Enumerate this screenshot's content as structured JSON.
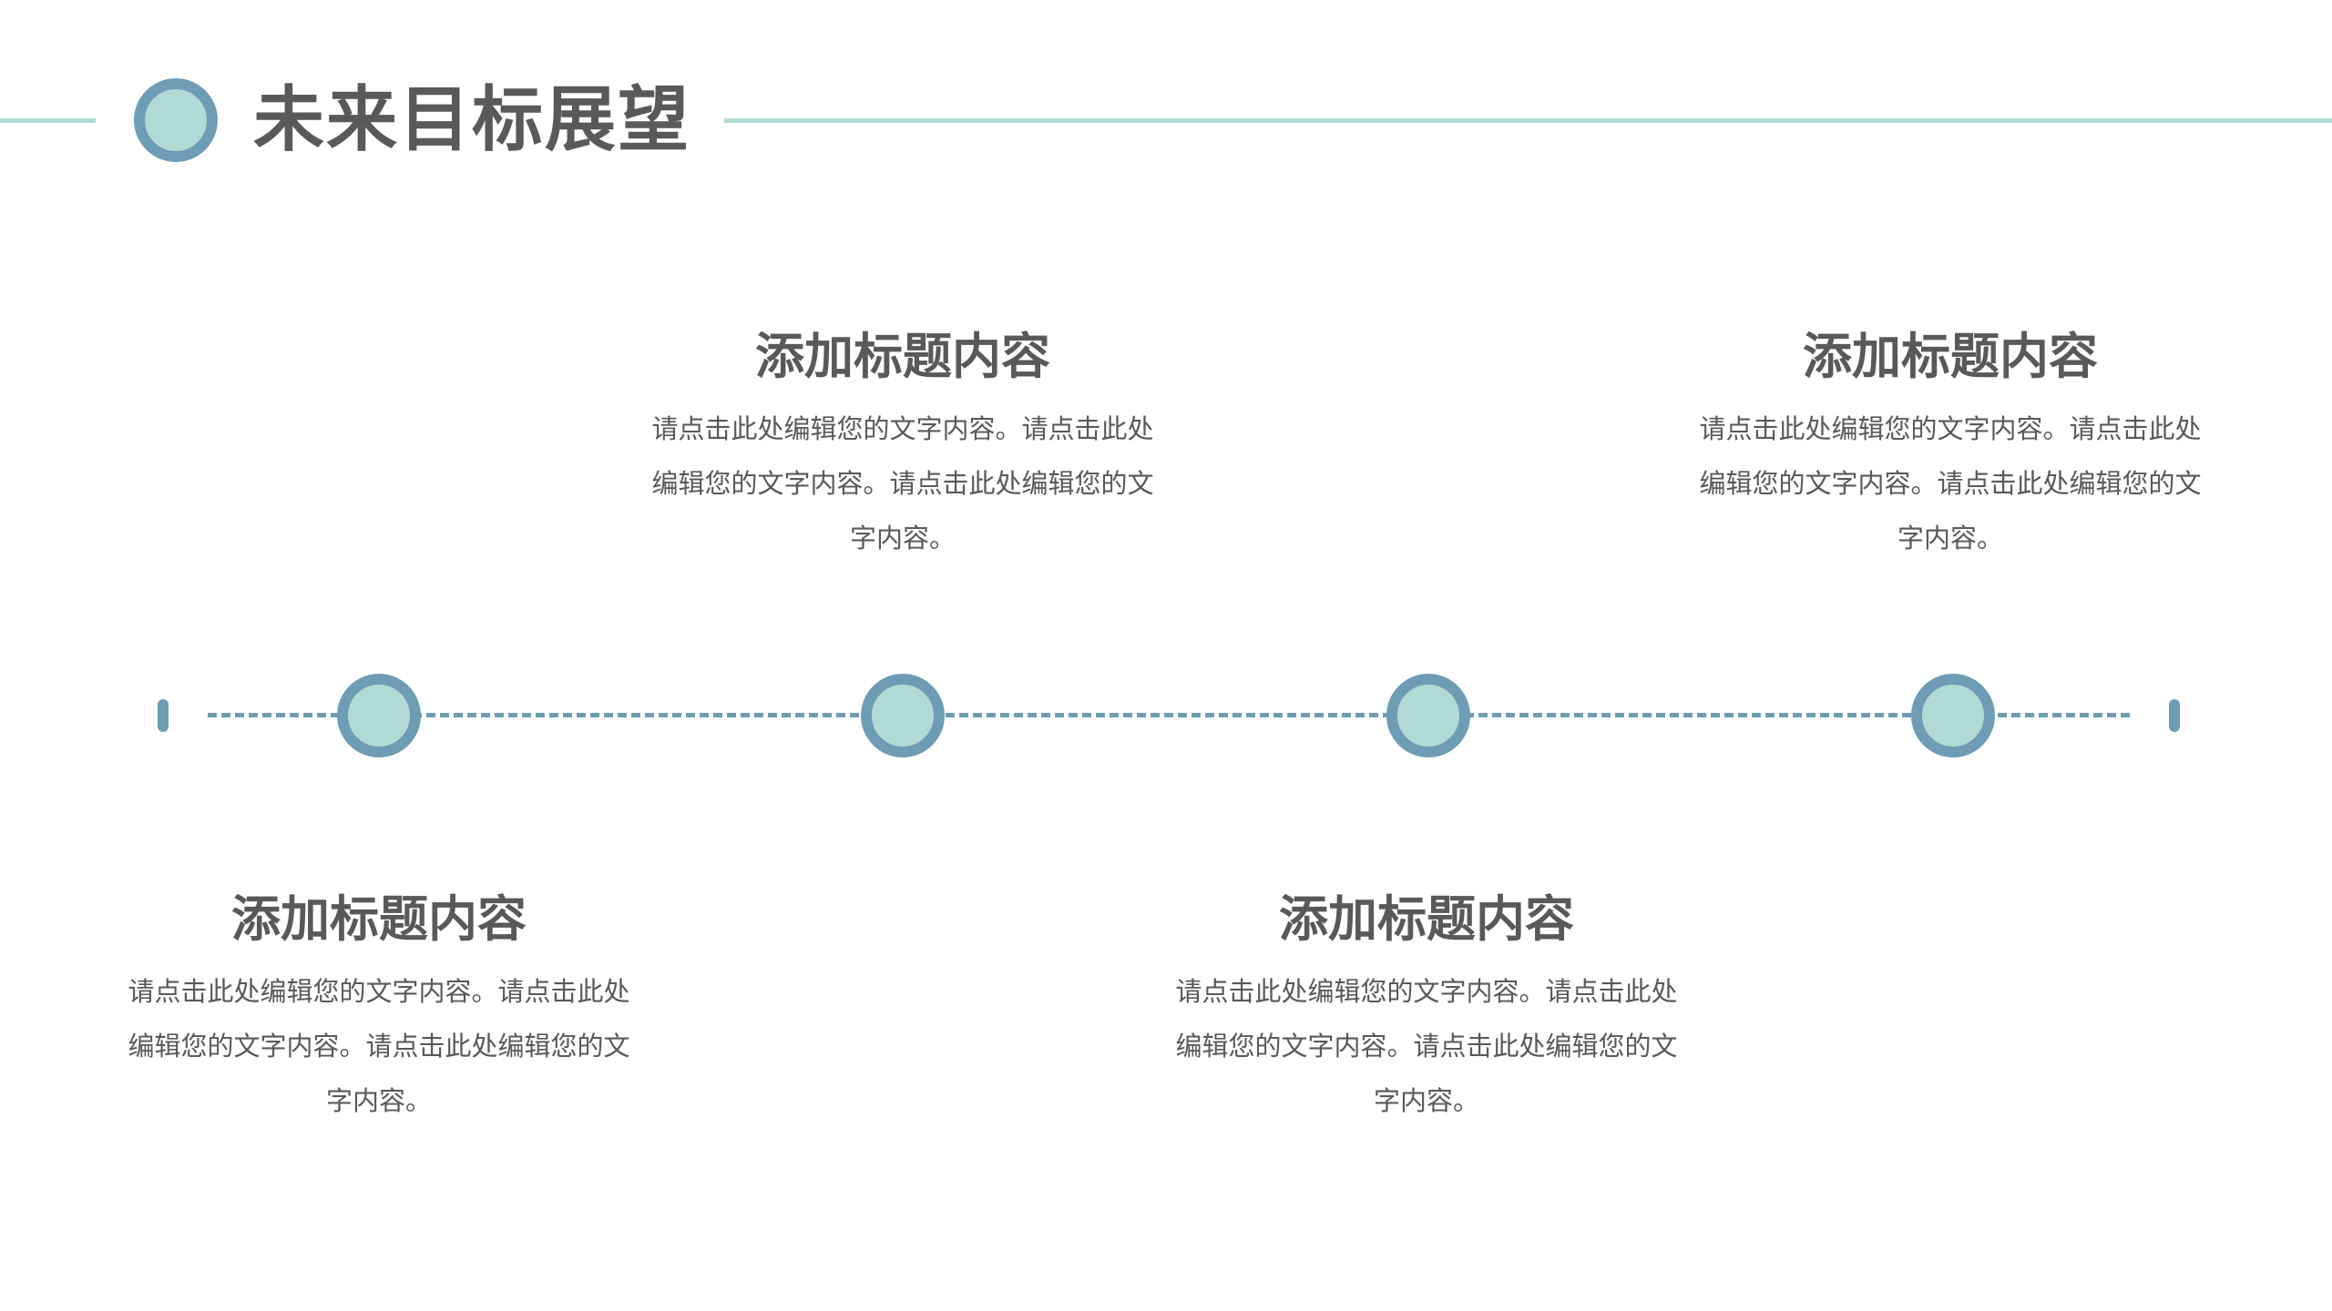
{
  "title": "未来目标展望",
  "items": [
    {
      "heading": "添加标题内容",
      "body": "请点击此处编辑您的文字内容。请点击此处编辑您的文字内容。请点击此处编辑您的文字内容。"
    },
    {
      "heading": "添加标题内容",
      "body": "请点击此处编辑您的文字内容。请点击此处编辑您的文字内容。请点击此处编辑您的文字内容。"
    },
    {
      "heading": "添加标题内容",
      "body": "请点击此处编辑您的文字内容。请点击此处编辑您的文字内容。请点击此处编辑您的文字内容。"
    },
    {
      "heading": "添加标题内容",
      "body": "请点击此处编辑您的文字内容。请点击此处编辑您的文字内容。请点击此处编辑您的文字内容。"
    }
  ],
  "colors": {
    "accent_dark": "#6f9cb5",
    "accent_light": "#b2dad5",
    "text": "#595959"
  }
}
